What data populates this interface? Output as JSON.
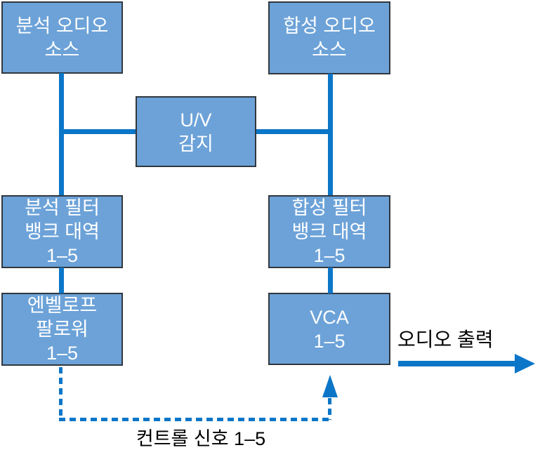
{
  "diagram": {
    "colors": {
      "box_fill": "#6CA2D8",
      "box_border": "#31373D",
      "connector_blue": "#0B76C8",
      "box_text": "#FFFFFF",
      "label_text": "#000000",
      "background": "#FFFFFF"
    },
    "nodes": {
      "analysis_source": "분석 오디오\n소스",
      "synthesis_source": "합성 오디오\n소스",
      "uv_detection": "U/V\n감지",
      "analysis_filter_bank": "분석 필터\n뱅크 대역\n1–5",
      "synthesis_filter_bank": "합성 필터\n뱅크 대역\n1–5",
      "envelope_follower": "엔벨로프\n팔로워\n1–5",
      "vca": "VCA\n1–5"
    },
    "labels": {
      "audio_output": "오디오 출력",
      "control_signal": "컨트롤 신호 1–5"
    }
  }
}
